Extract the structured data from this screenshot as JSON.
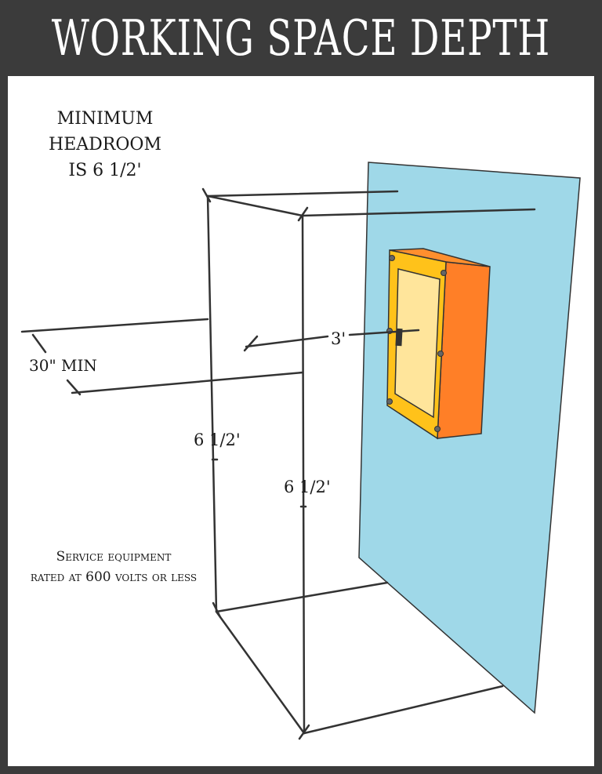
{
  "title": "WORKING SPACE DEPTH",
  "headroom_note": {
    "line1": "MINIMUM",
    "line2": "HEADROOM",
    "line3": "IS 6 1/2'"
  },
  "labels": {
    "depth_min": "30\" MIN",
    "clearance": "3'",
    "height_left": "6 1/2'",
    "height_right": "6 1/2'"
  },
  "service_note": {
    "line1": "Service equipment",
    "line2": "rated at 600 volts or less"
  },
  "colors": {
    "background_frame": "#3b3b3b",
    "panel": "#ffffff",
    "wall": "#9fd8e8",
    "box_front": "#ffc21a",
    "box_side": "#ff7f27",
    "box_door": "#ffe59b",
    "line": "#333333"
  }
}
